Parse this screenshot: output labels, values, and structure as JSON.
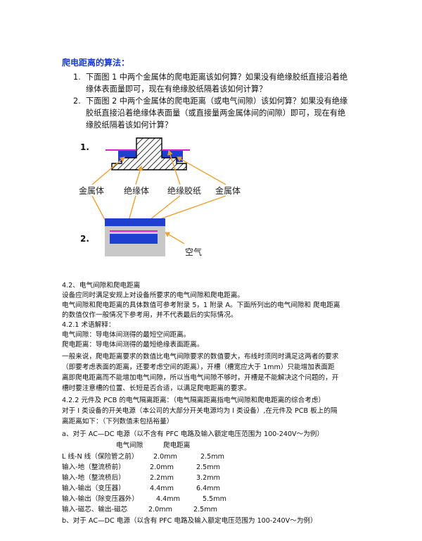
{
  "heading": "爬电距离的算法：",
  "questions": [
    {
      "num": "1.",
      "lines": [
        "下面图 1 中两个金属体的爬电距离该如何算？如果没有绝缘胶纸直接沿着绝",
        "缘体表面量即可，现在有绝缘胶纸隔着该如何计算？"
      ]
    },
    {
      "num": "2.",
      "lines": [
        "下面图 2 中两个金属体的爬电距离（或电气间隙）该如何算？如果没有绝缘",
        "胶纸直接沿着绝缘体表面量（或直接量两金属体间的间隙）即可，现在有绝",
        "缘胶纸隔着该如何计算？"
      ]
    }
  ],
  "diagram": {
    "fig1_label": "1.",
    "fig2_label": "2.",
    "labels": [
      "金属体",
      "绝缘体",
      "绝缘胶纸",
      "金属体"
    ],
    "air_label": "空气",
    "colors": {
      "metal": "#1e3fd0",
      "paper": "#e020c8",
      "arrow": "#f0a030",
      "grey": "#c8c8c8"
    }
  },
  "body": {
    "section": "4.2、电气间隙和爬电距离",
    "p1": "设备应同时满足安规上对设备所要求的电气间隙和爬电距离。",
    "p2a": "电气间隙和爬电距离的具体数值可参考附录 5，1 附录 A。下面所列出的电气间隙和  爬电距离",
    "p2b": "的数值仅作一般情况下参考用，并不代表最后的实际情况。",
    "s421": "4.2.1 术语解释：",
    "def1": "电气间隙：导电体间测得的最短空间距离。",
    "def2": "爬电距离：导电体间测得的最短绝缘表面距离。",
    "p3a": "一般来说，爬电距离要求的数值比电气间隙要求的数值要大，布线时须同时满足这两者的要求",
    "p3b": "（即要考虑表面的距离，还要考虑空间的距离），开槽（槽宽应大于 1mm）只能增加表面距",
    "p3c": "离即爬电距离而不能增加电气间隙，所以当电气间隙不够时，开槽是不能解决这个问题的，开",
    "p3d": "槽时要注意槽的位置、长短是否合适，以满足爬电距离的要求。",
    "s422": "4.2.2 元件及 PCB 的电气隔离距离：（电气隔离距离指电气间隙和爬电距离的综合考虑）",
    "p4a": "对于 I 类设备的开关电源（本公司的大部分开关电源均为 I 类设备）,在元件及 PCB 板上的隔",
    "p4b": "离距离如下：（下列数值未包括裕量）",
    "pa": "a、对于 AC—DC 电源（以不含有 PFC 电路及输入额定电压范围为 100-240V～为例）",
    "col1": "电气间隙",
    "col2": "爬电距离",
    "rows": [
      {
        "label": "L 线-N 线（保险管之前）",
        "gap": "2.0mm",
        "creep": "2.5mm"
      },
      {
        "label": "输入-地（整流桥前）",
        "gap": "2.0mm",
        "creep": "2.5mm"
      },
      {
        "label": "输入-地（整流桥后）",
        "gap": "2.2mm",
        "creep": "3.2mm"
      },
      {
        "label": "输入-输出（变压器）",
        "gap": "4.4mm",
        "creep": "6.4mm"
      },
      {
        "label": "输入-输出（除变压器外）",
        "gap": "4.4mm",
        "creep": "5.5mm"
      },
      {
        "label": "输入-磁芯、输出-磁芯",
        "gap": "2.0mm",
        "creep": "2.5mm"
      }
    ],
    "pb": "b、对于 AC—DC 电源（以含有 PFC 电路及输入额定电压范围为 100-240V～为例）"
  }
}
